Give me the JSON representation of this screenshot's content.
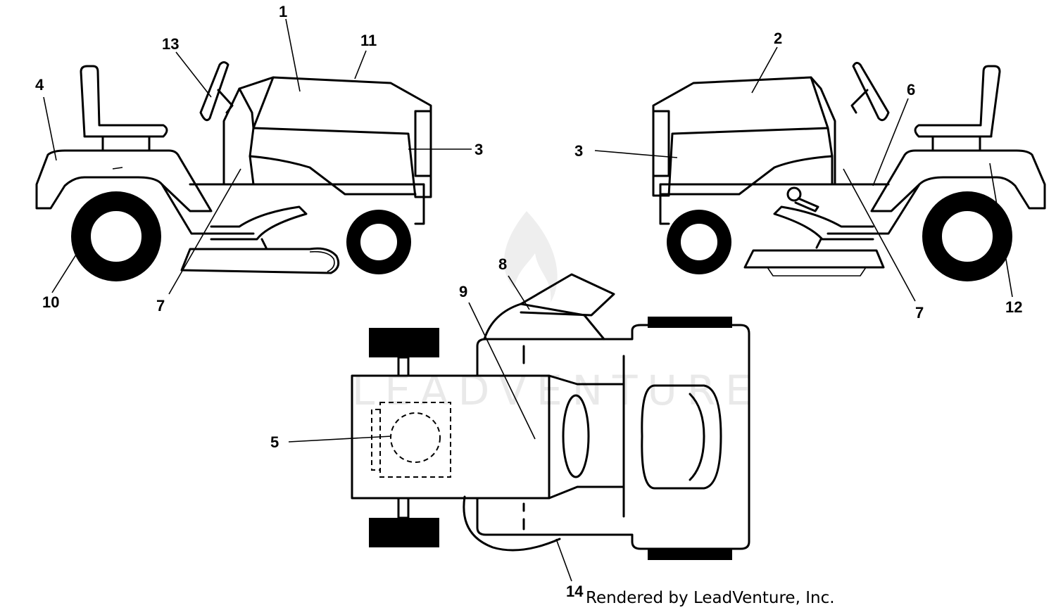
{
  "watermark": {
    "text": "LEADVENTURE"
  },
  "footer": {
    "credit": "Rendered by LeadVenture, Inc."
  },
  "callouts": {
    "c1": "1",
    "c2": "2",
    "c3a": "3",
    "c3b": "3",
    "c4": "4",
    "c5": "5",
    "c6": "6",
    "c7a": "7",
    "c7b": "7",
    "c8": "8",
    "c9": "9",
    "c10": "10",
    "c11": "11",
    "c12": "12",
    "c13": "13",
    "c14": "14"
  }
}
